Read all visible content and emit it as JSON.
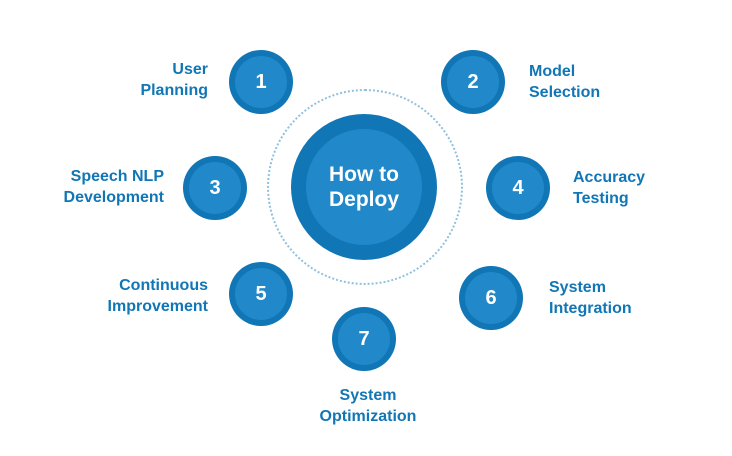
{
  "center": {
    "label": "How to\nDeploy"
  },
  "steps": [
    {
      "number": "1",
      "label": "User\nPlanning"
    },
    {
      "number": "2",
      "label": "Model\nSelection"
    },
    {
      "number": "3",
      "label": "Speech NLP\nDevelopment"
    },
    {
      "number": "4",
      "label": "Accuracy\nTesting"
    },
    {
      "number": "5",
      "label": "Continuous\nImprovement"
    },
    {
      "number": "6",
      "label": "System\nIntegration"
    },
    {
      "number": "7",
      "label": "System\nOptimization"
    }
  ],
  "colors": {
    "circle_outer": "#1176b5",
    "circle_inner": "#2189ca",
    "label_text": "#1176b5",
    "number_text": "#ffffff",
    "dotted_ring": "#8fc0dd",
    "background": "#ffffff"
  }
}
